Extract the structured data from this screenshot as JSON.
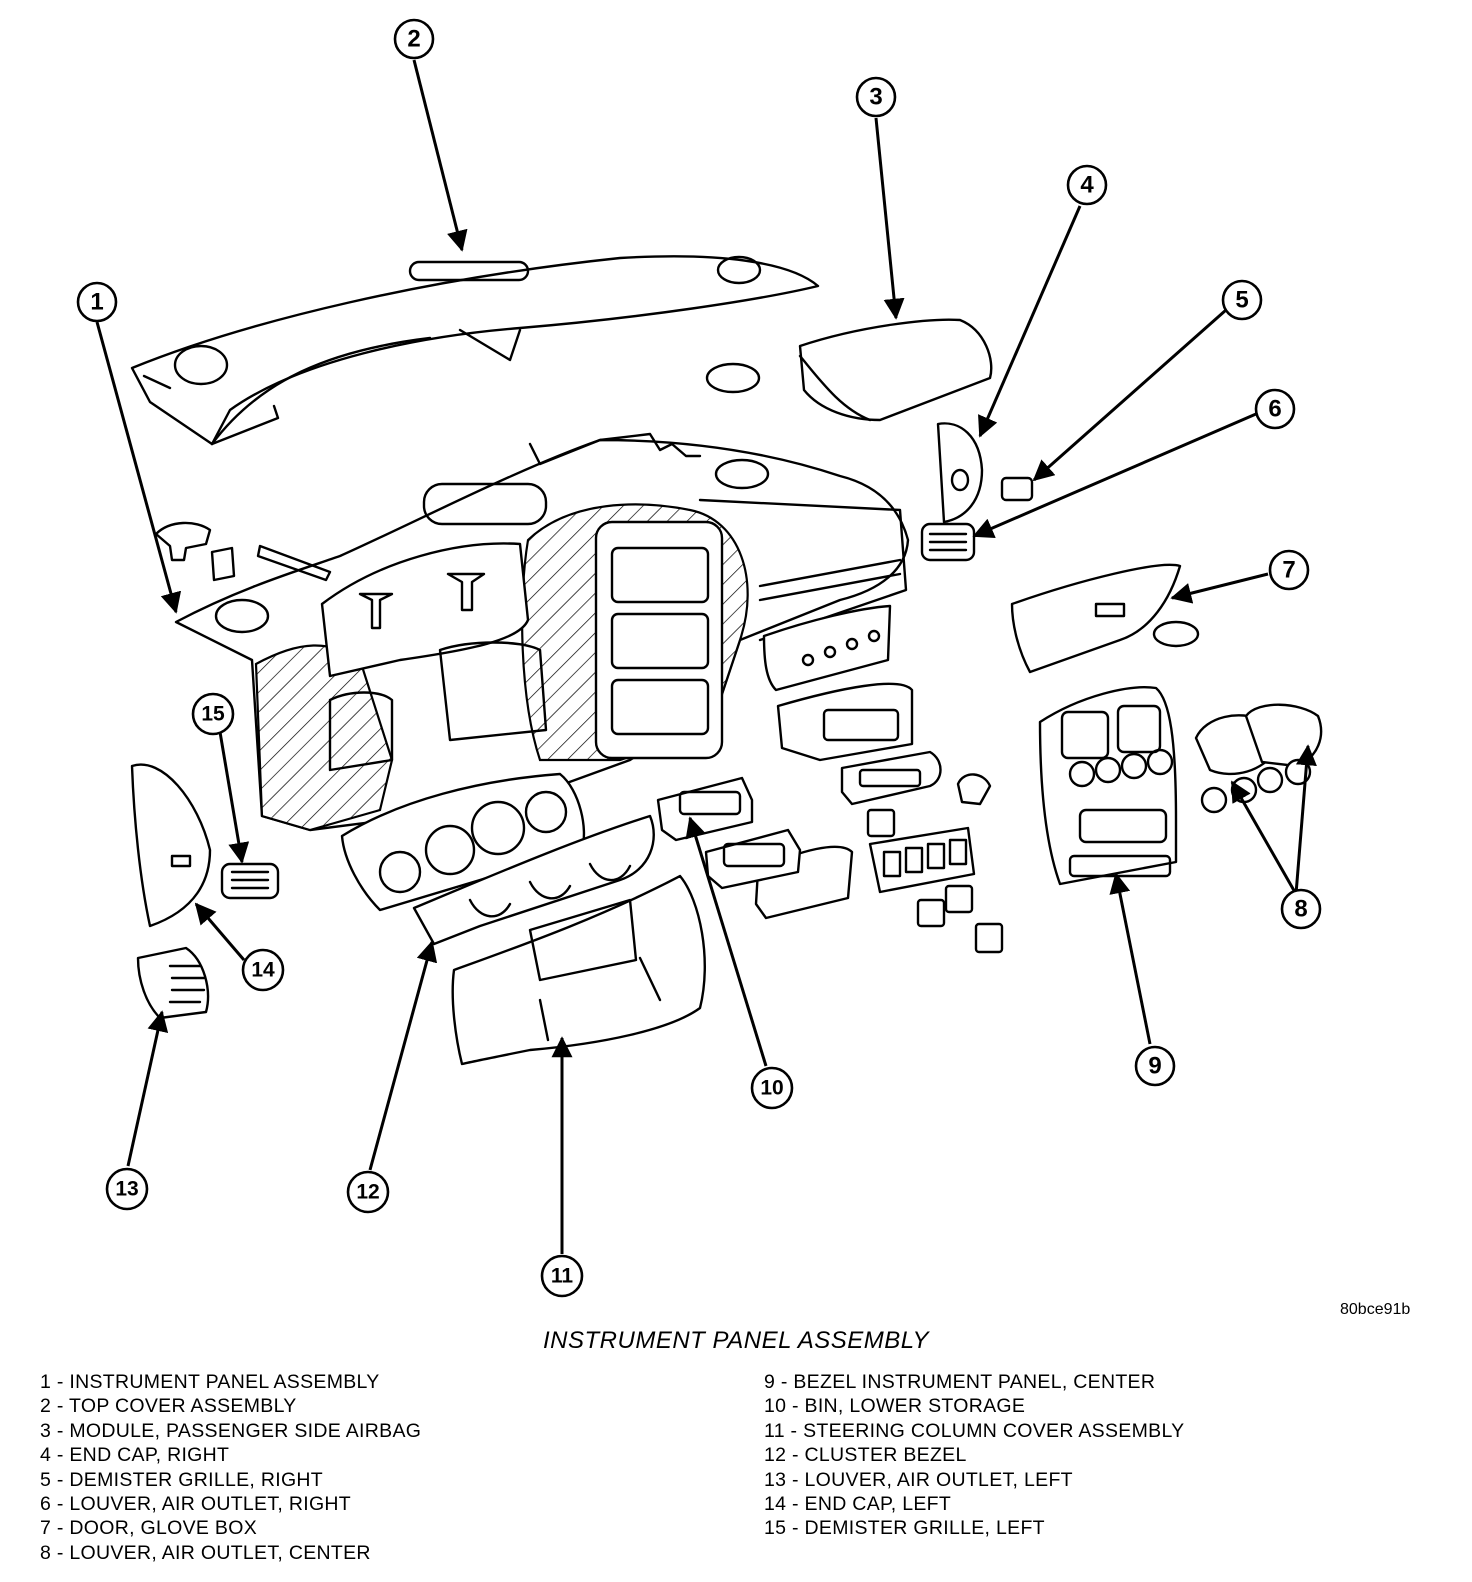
{
  "figure_code": "80bce91b",
  "title": "INSTRUMENT PANEL ASSEMBLY",
  "callouts": [
    {
      "number": "1"
    },
    {
      "number": "2"
    },
    {
      "number": "3"
    },
    {
      "number": "4"
    },
    {
      "number": "5"
    },
    {
      "number": "6"
    },
    {
      "number": "7"
    },
    {
      "number": "8"
    },
    {
      "number": "9"
    },
    {
      "number": "10"
    },
    {
      "number": "11"
    },
    {
      "number": "12"
    },
    {
      "number": "13"
    },
    {
      "number": "14"
    },
    {
      "number": "15"
    }
  ],
  "legend_left": [
    "1 - INSTRUMENT PANEL ASSEMBLY",
    "2 - TOP COVER ASSEMBLY",
    "3 - MODULE, PASSENGER SIDE AIRBAG",
    "4 - END CAP, RIGHT",
    "5 - DEMISTER GRILLE, RIGHT",
    "6 - LOUVER, AIR OUTLET, RIGHT",
    "7 - DOOR, GLOVE BOX",
    "8 - LOUVER, AIR OUTLET, CENTER"
  ],
  "legend_right": [
    "9 - BEZEL INSTRUMENT PANEL, CENTER",
    "10 - BIN, LOWER STORAGE",
    "11 - STEERING COLUMN COVER ASSEMBLY",
    "12 - CLUSTER BEZEL",
    "13 - LOUVER, AIR OUTLET, LEFT",
    "14 - END CAP, LEFT",
    "15 - DEMISTER GRILLE, LEFT"
  ]
}
